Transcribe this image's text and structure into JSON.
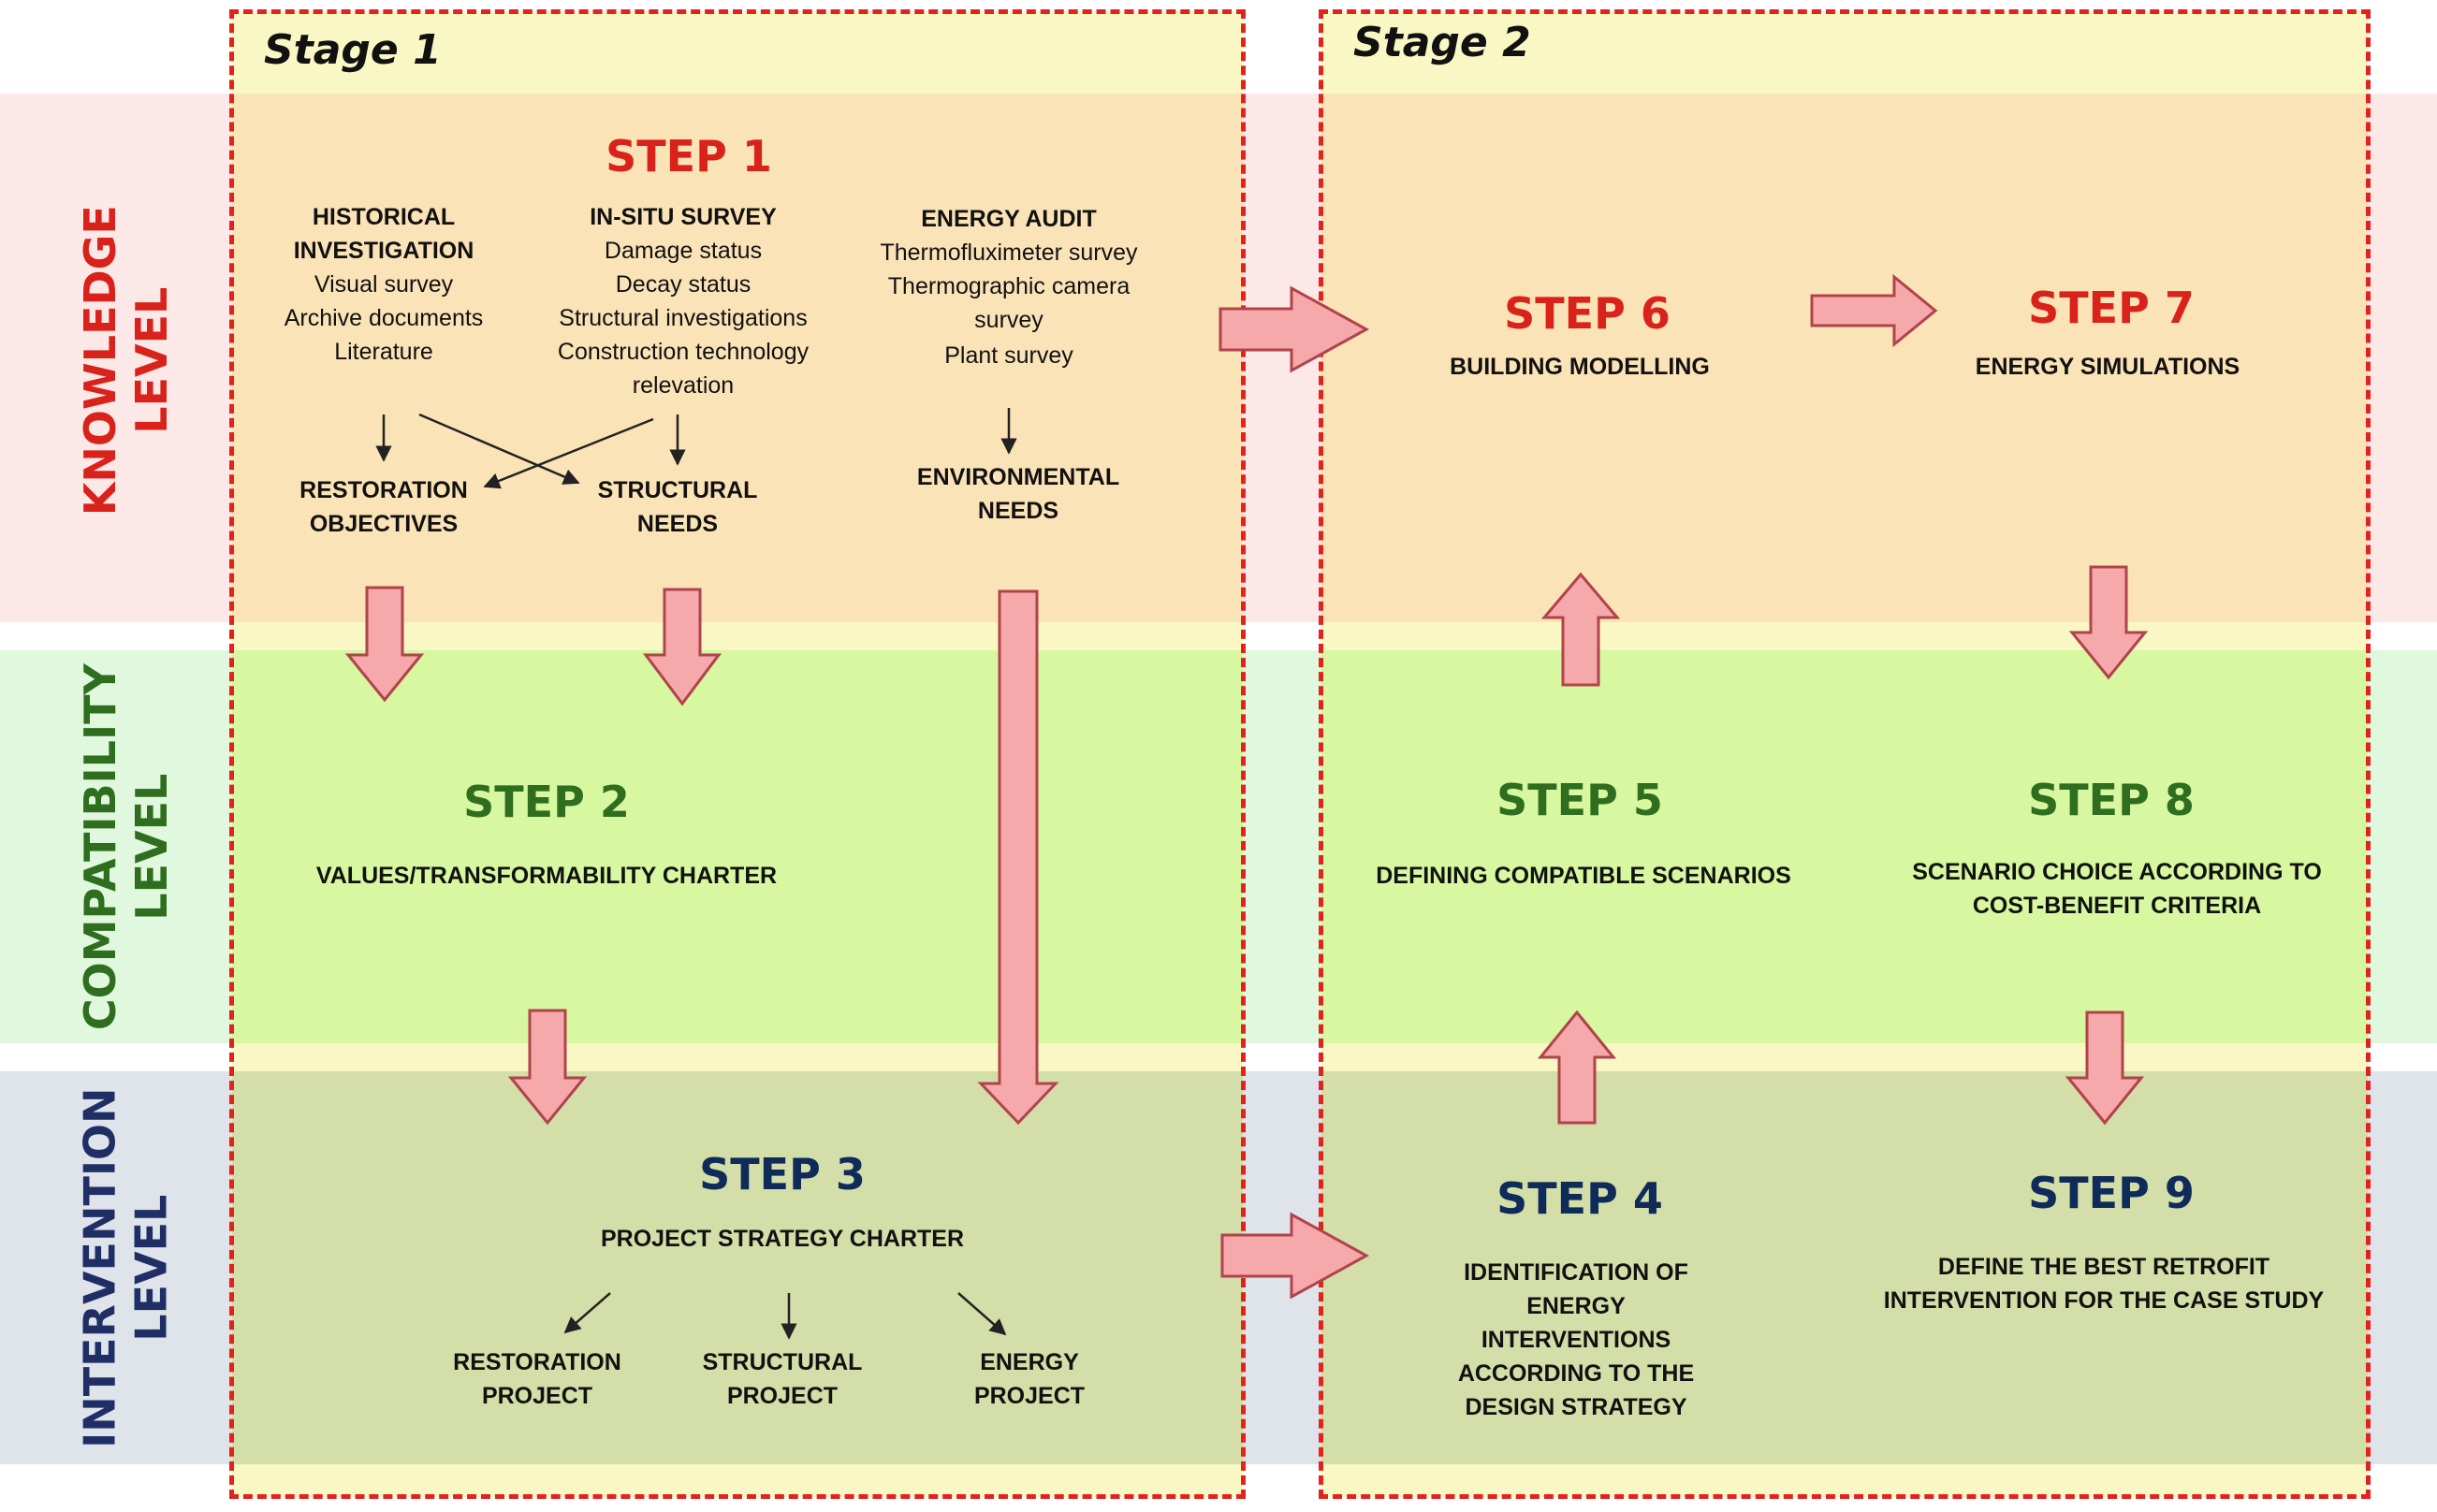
{
  "levels": {
    "knowledge": "KNOWLEDGE LEVEL",
    "compatibility": "COMPATIBILITY LEVEL",
    "intervention": "INTERVENTION LEVEL"
  },
  "stages": {
    "stage1": "Stage 1",
    "stage2": "Stage 2"
  },
  "step1": {
    "title": "STEP 1",
    "historical": {
      "heading": "HISTORICAL INVESTIGATION",
      "items": [
        "Visual survey",
        "Archive documents",
        "Literature"
      ]
    },
    "insitu": {
      "heading": "IN-SITU SURVEY",
      "items": [
        "Damage status",
        "Decay status",
        "Structural investigations",
        "Construction technology relevation"
      ]
    },
    "energy": {
      "heading": "ENERGY AUDIT",
      "items": [
        "Thermofluximeter survey",
        "Thermographic camera survey",
        "Plant survey"
      ]
    },
    "outputs": {
      "restoration": "RESTORATION OBJECTIVES",
      "structural": "STRUCTURAL NEEDS",
      "environmental": "ENVIRONMENTAL NEEDS"
    }
  },
  "step2": {
    "title": "STEP 2",
    "desc": "VALUES/TRANSFORMABILITY CHARTER"
  },
  "step3": {
    "title": "STEP 3",
    "desc": "PROJECT STRATEGY CHARTER",
    "outputs": {
      "restoration": "RESTORATION PROJECT",
      "structural": "STRUCTURAL PROJECT",
      "energy": "ENERGY PROJECT"
    }
  },
  "step4": {
    "title": "STEP 4",
    "desc": "IDENTIFICATION OF ENERGY INTERVENTIONS ACCORDING TO THE DESIGN STRATEGY"
  },
  "step5": {
    "title": "STEP 5",
    "desc": "DEFINING COMPATIBLE SCENARIOS"
  },
  "step6": {
    "title": "STEP 6",
    "desc": "BUILDING MODELLING"
  },
  "step7": {
    "title": "STEP 7",
    "desc": "ENERGY SIMULATIONS"
  },
  "step8": {
    "title": "STEP 8",
    "desc": "SCENARIO CHOICE ACCORDING TO COST-BENEFIT CRITERIA"
  },
  "step9": {
    "title": "STEP 9",
    "desc": "DEFINE THE BEST RETROFIT INTERVENTION FOR THE CASE STUDY"
  },
  "colors": {
    "knowledge_band": "#fde8e8",
    "knowledge_inner": "#fbe3b8",
    "compat_band": "#dff8de",
    "compat_inner": "#d7f7a0",
    "interv_band": "#dfe3ea",
    "interv_inner": "#d4dea8",
    "stage_top": "#f9f8c4",
    "stage_border": "#e3231b",
    "arrow_fill": "#f6a9aa",
    "arrow_stroke": "#b0434b"
  }
}
